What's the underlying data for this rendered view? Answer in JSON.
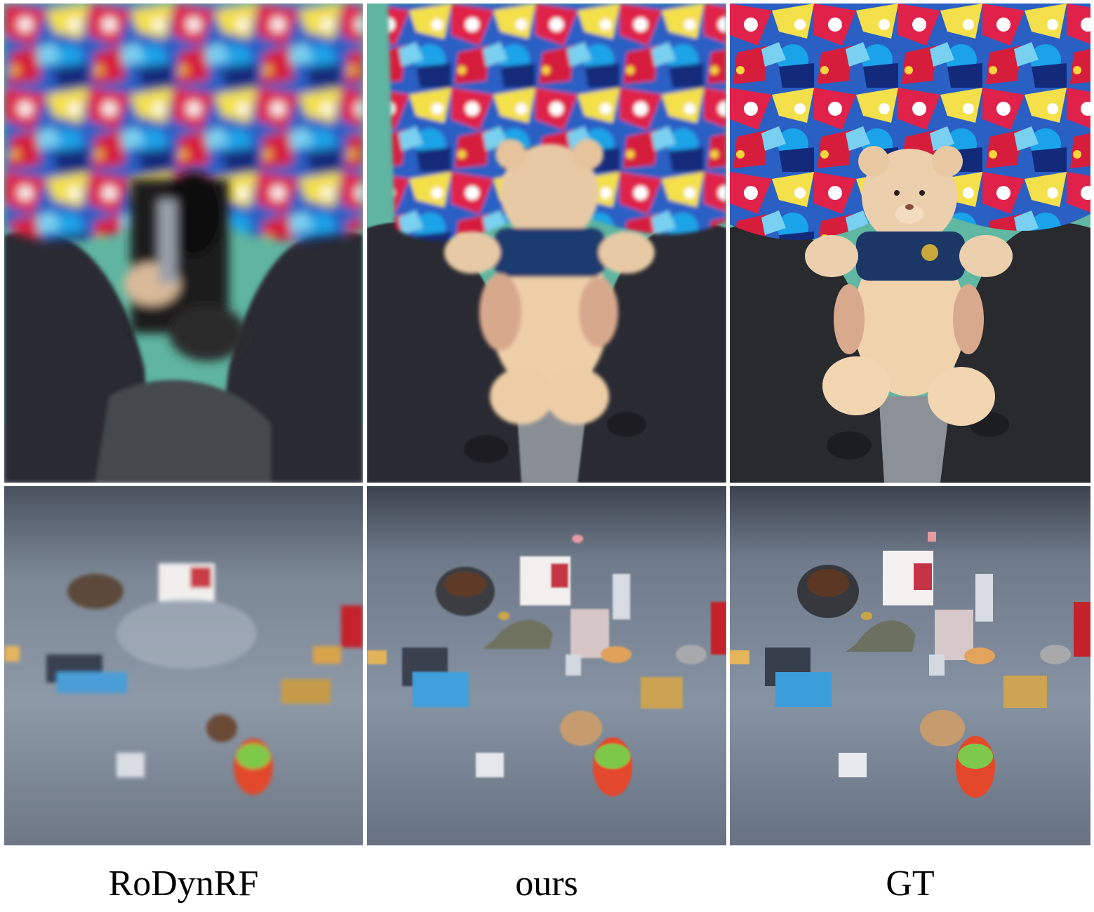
{
  "figure": {
    "columns": [
      {
        "label": "RoDynRF"
      },
      {
        "label": "ours"
      },
      {
        "label": "GT"
      }
    ],
    "rows": [
      {
        "scene": "teddy-bear"
      },
      {
        "scene": "objects-on-floor"
      }
    ]
  }
}
